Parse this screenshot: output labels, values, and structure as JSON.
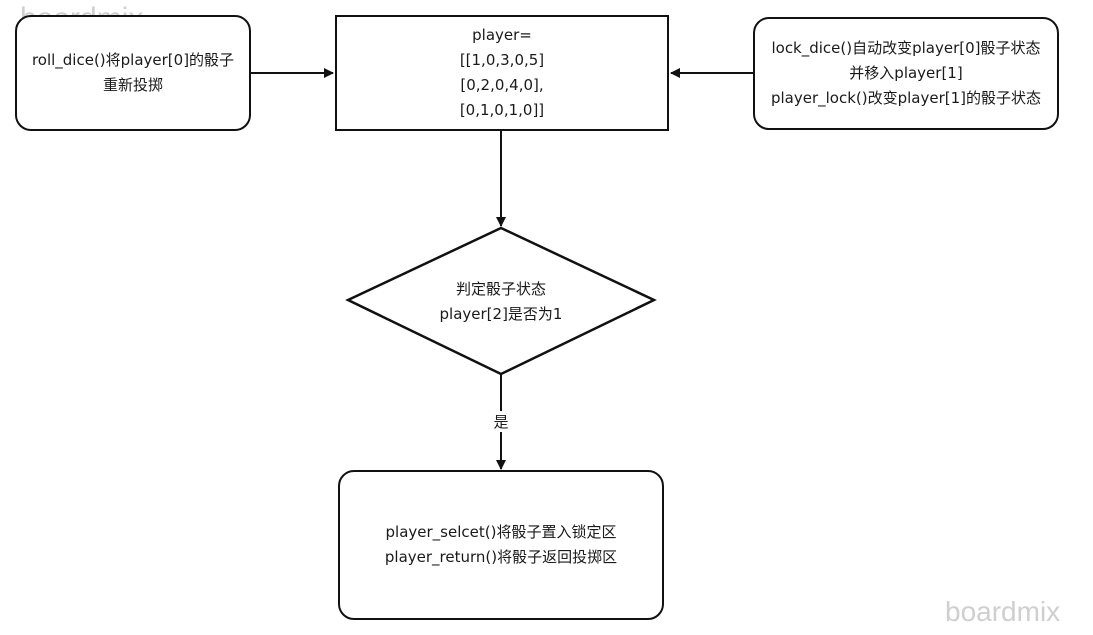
{
  "watermark": {
    "top_left": "boardmix",
    "bottom_right": "boardmix"
  },
  "nodes": {
    "roll_dice": {
      "lines": [
        "roll_dice()将player[0]的骰子",
        "重新投掷"
      ]
    },
    "player": {
      "lines": [
        "player=",
        "[[1,0,3,0,5]",
        "[0,2,0,4,0],",
        "[0,1,0,1,0]]"
      ]
    },
    "lock_dice": {
      "lines": [
        "lock_dice()自动改变player[0]骰子状态",
        "并移入player[1]",
        "player_lock()改变player[1]的骰子状态"
      ]
    },
    "decision": {
      "lines": [
        "判定骰子状态",
        "player[2]是否为1"
      ]
    },
    "select_return": {
      "lines": [
        "player_selcet()将骰子置入锁定区",
        "player_return()将骰子返回投掷区"
      ]
    }
  },
  "edges": {
    "decision_yes": "是"
  }
}
